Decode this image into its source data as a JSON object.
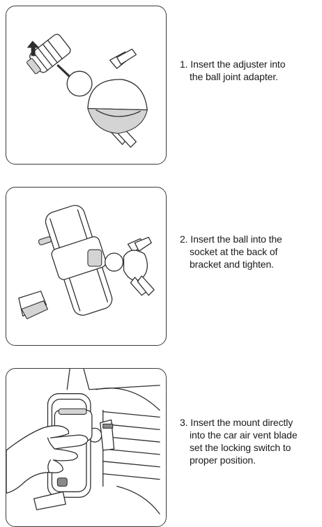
{
  "steps": [
    {
      "number": "1.",
      "lines": [
        "Insert the adjuster into",
        "the ball joint adapter."
      ]
    },
    {
      "number": "2.",
      "lines": [
        "Insert the ball into the",
        "socket at the back of",
        "bracket and tighten."
      ]
    },
    {
      "number": "3.",
      "lines": [
        "Insert the mount directly",
        "into the car air vent blade",
        "set the locking switch to",
        "proper position."
      ]
    }
  ],
  "icons": {
    "step1": "adjuster-and-ball-joint-illustration",
    "step2": "bracket-and-ball-socket-illustration",
    "step3": "hand-inserting-mount-into-air-vent-illustration"
  }
}
